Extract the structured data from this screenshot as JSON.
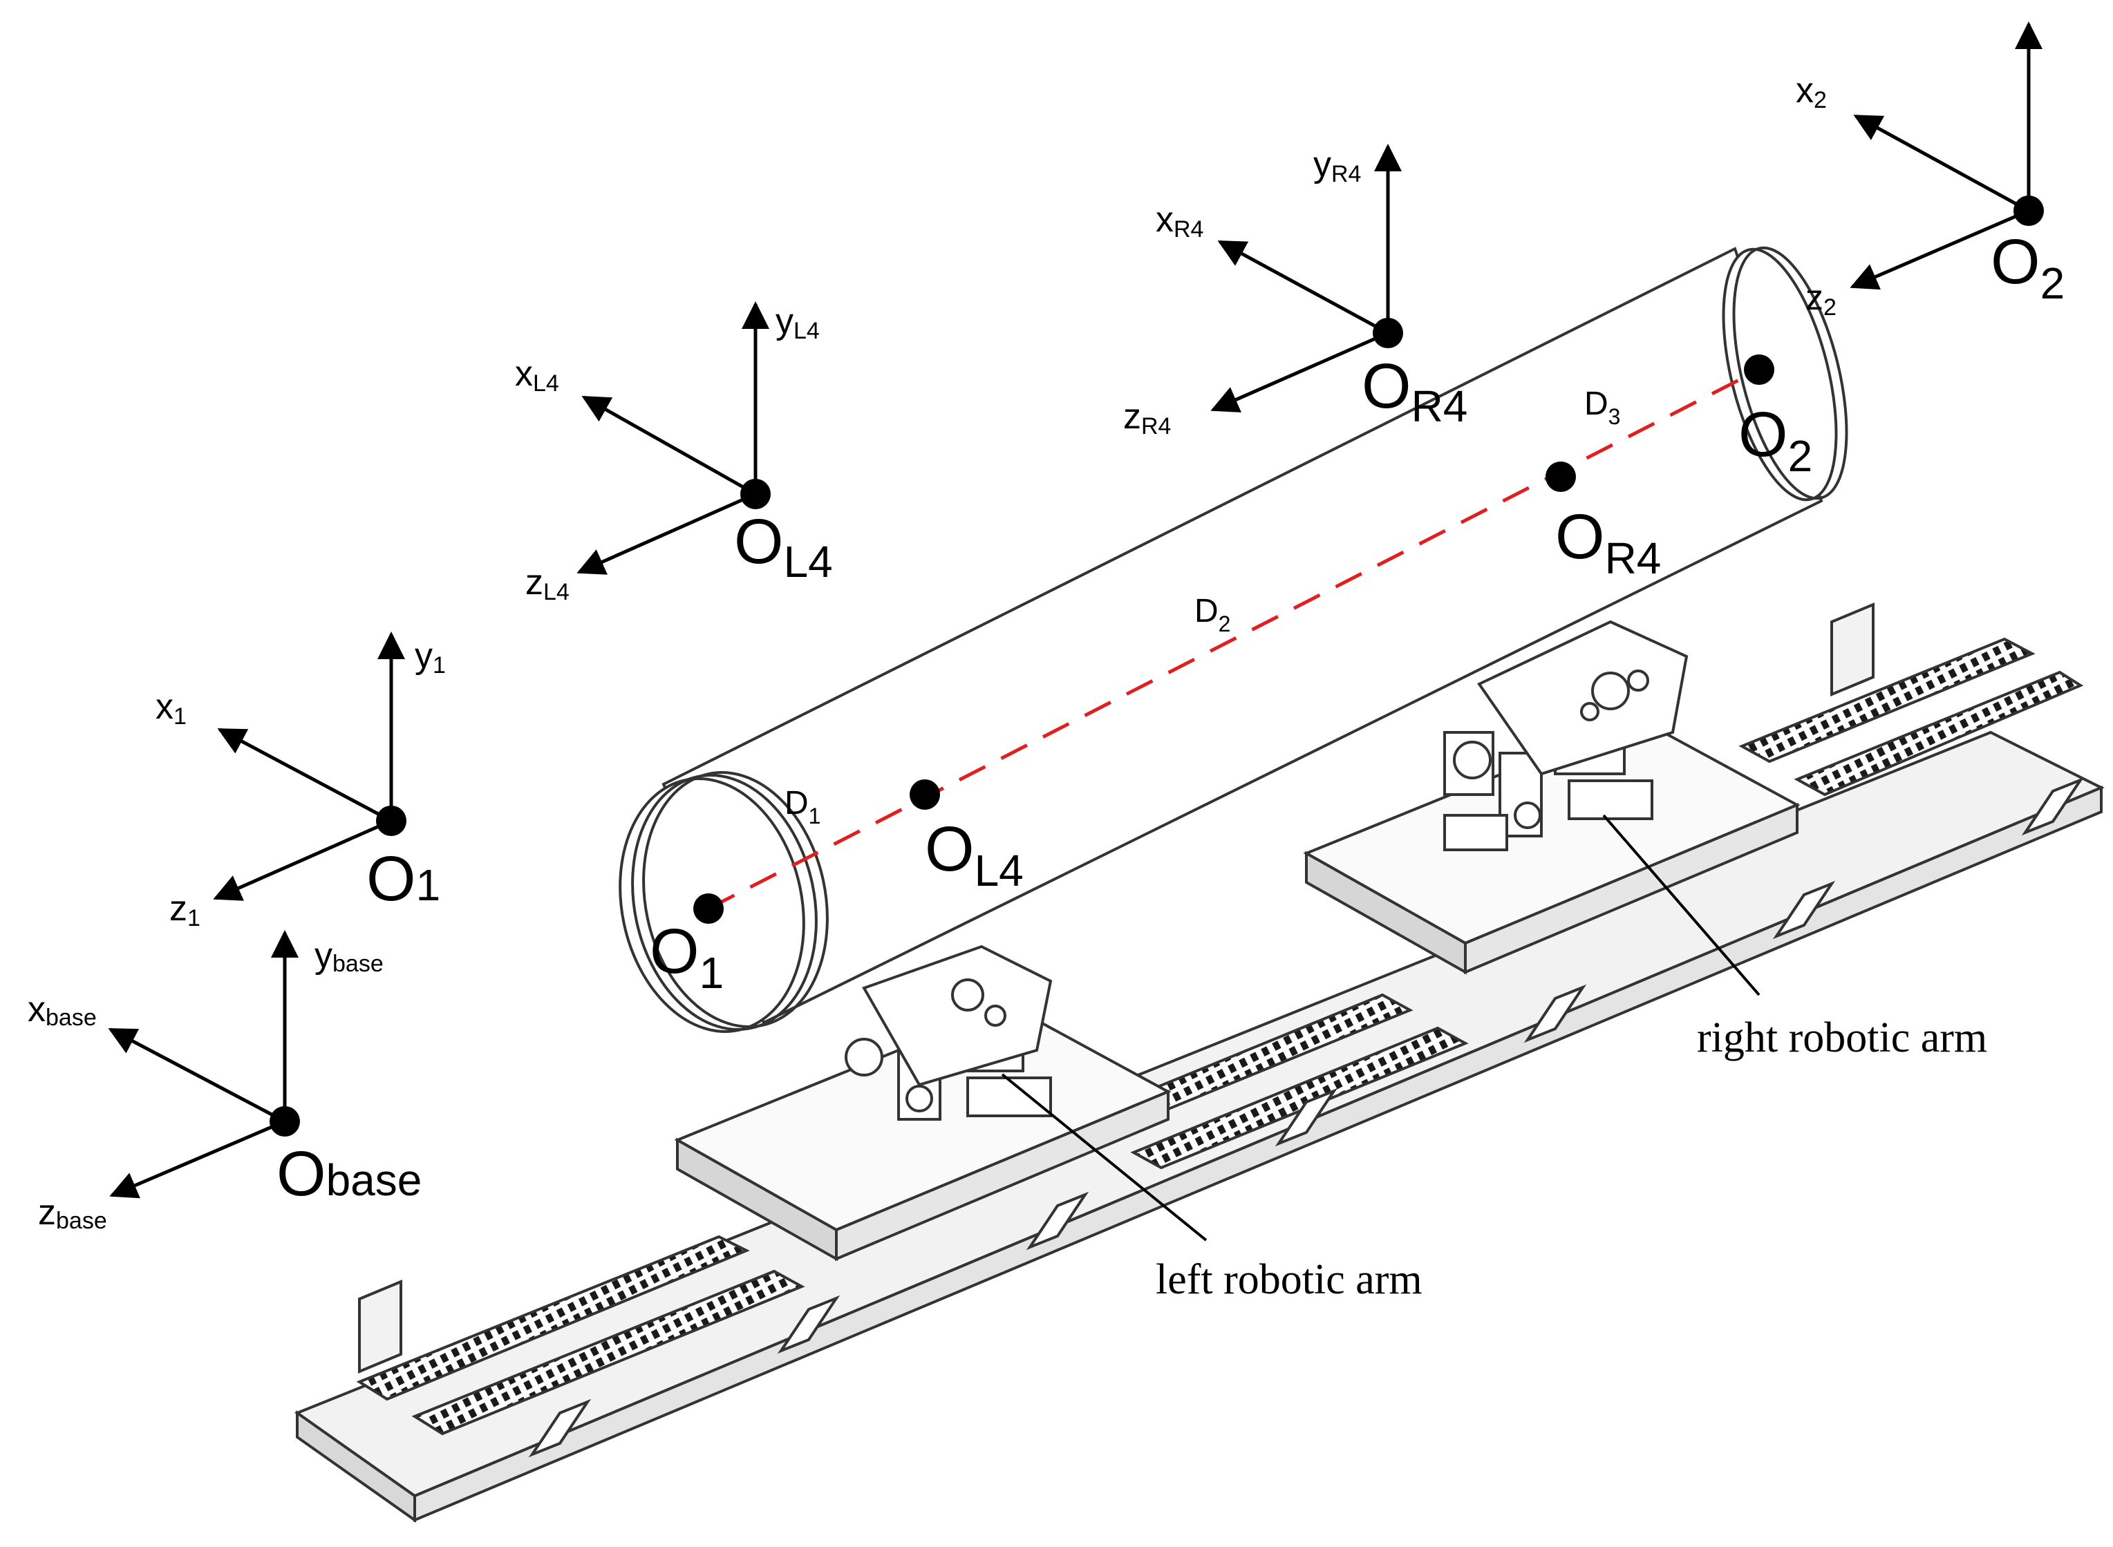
{
  "colors": {
    "ink": "#000000",
    "dashed_axis": "#e02020",
    "machine_fill": "#f2f2f2",
    "machine_line": "#333333"
  },
  "frames": {
    "base": {
      "x": {
        "base": "x",
        "sub": "base"
      },
      "y": {
        "base": "y",
        "sub": "base"
      },
      "z": {
        "base": "z",
        "sub": "base"
      },
      "origin": {
        "base": "O",
        "sub": "base"
      }
    },
    "f1": {
      "x": {
        "base": "x",
        "sub": "1"
      },
      "y": {
        "base": "y",
        "sub": "1"
      },
      "z": {
        "base": "z",
        "sub": "1"
      },
      "origin": {
        "base": "O",
        "sub": "1"
      }
    },
    "L4": {
      "x": {
        "base": "x",
        "sub": "L4"
      },
      "y": {
        "base": "y",
        "sub": "L4"
      },
      "z": {
        "base": "z",
        "sub": "L4"
      },
      "origin": {
        "base": "O",
        "sub": "L4"
      }
    },
    "R4": {
      "x": {
        "base": "x",
        "sub": "R4"
      },
      "y": {
        "base": "y",
        "sub": "R4"
      },
      "z": {
        "base": "z",
        "sub": "R4"
      },
      "origin": {
        "base": "O",
        "sub": "R4"
      }
    },
    "f2": {
      "x": {
        "base": "x",
        "sub": "2"
      },
      "z": {
        "base": "z",
        "sub": "2"
      },
      "origin": {
        "base": "O",
        "sub": "2"
      }
    }
  },
  "cylinder_points": {
    "o1": {
      "base": "O",
      "sub": "1"
    },
    "oL4": {
      "base": "O",
      "sub": "L4"
    },
    "oR4": {
      "base": "O",
      "sub": "R4"
    },
    "o2": {
      "base": "O",
      "sub": "2"
    }
  },
  "distances": {
    "d1": {
      "base": "D",
      "sub": "1"
    },
    "d2": {
      "base": "D",
      "sub": "2"
    },
    "d3": {
      "base": "D",
      "sub": "3"
    }
  },
  "callouts": {
    "left_arm": "left robotic arm",
    "right_arm": "right robotic arm"
  }
}
